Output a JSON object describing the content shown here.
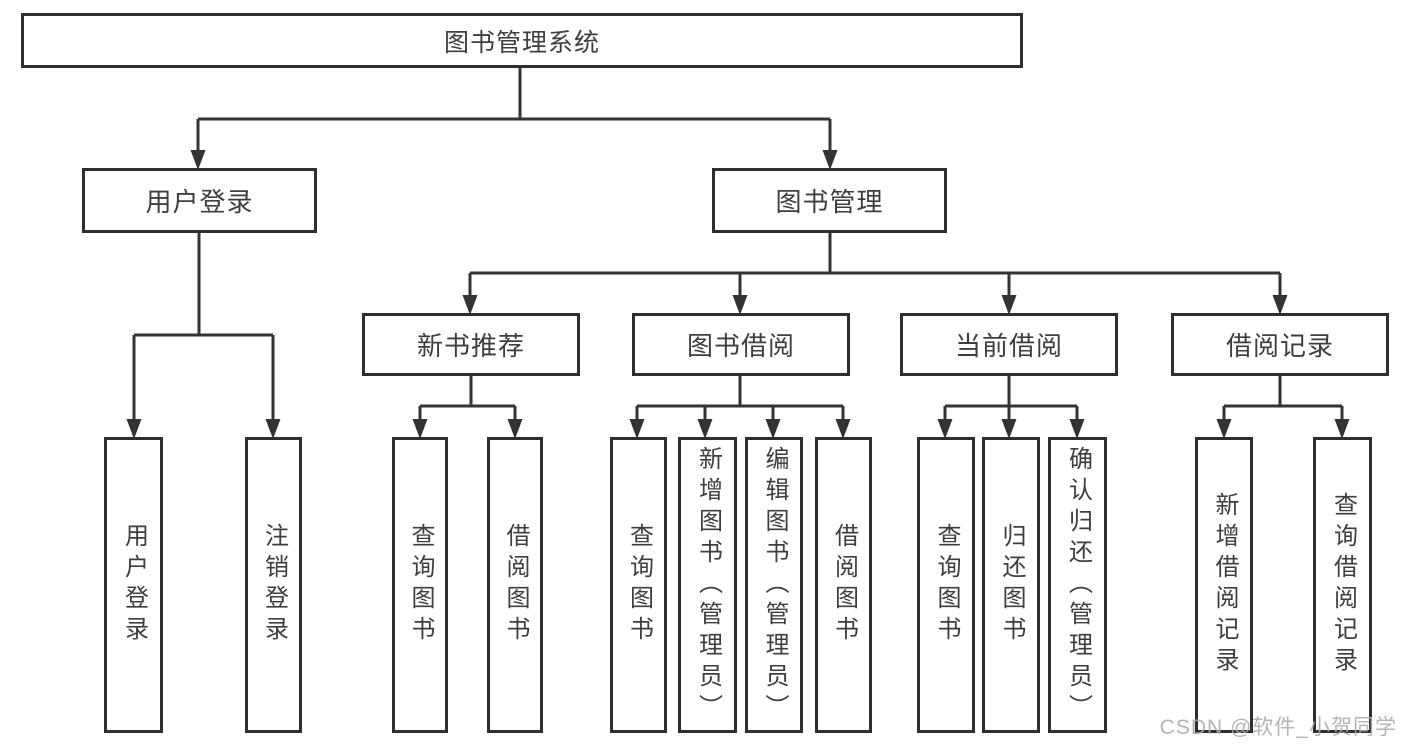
{
  "nodes": {
    "root": "图书管理系统",
    "l2": [
      "用户登录",
      "图书管理"
    ],
    "l3": [
      "新书推荐",
      "图书借阅",
      "当前借阅",
      "借阅记录"
    ],
    "leaves": {
      "login": [
        "用户登录",
        "注销登录"
      ],
      "newbook": [
        "查询图书",
        "借阅图书"
      ],
      "borrow": [
        "查询图书",
        "新增图书（管理员）",
        "编辑图书（管理员）",
        "借阅图书"
      ],
      "current": [
        "查询图书",
        "归还图书",
        "确认归还（管理员）"
      ],
      "records": [
        "新增借阅记录",
        "查询借阅记录"
      ]
    }
  },
  "watermark": "CSDN @软件_小贺同学",
  "colors": {
    "line": "#333333",
    "border": "#2e2e2e",
    "text": "#3e3e3e",
    "background": "#ffffff",
    "watermark": "#acacac"
  }
}
